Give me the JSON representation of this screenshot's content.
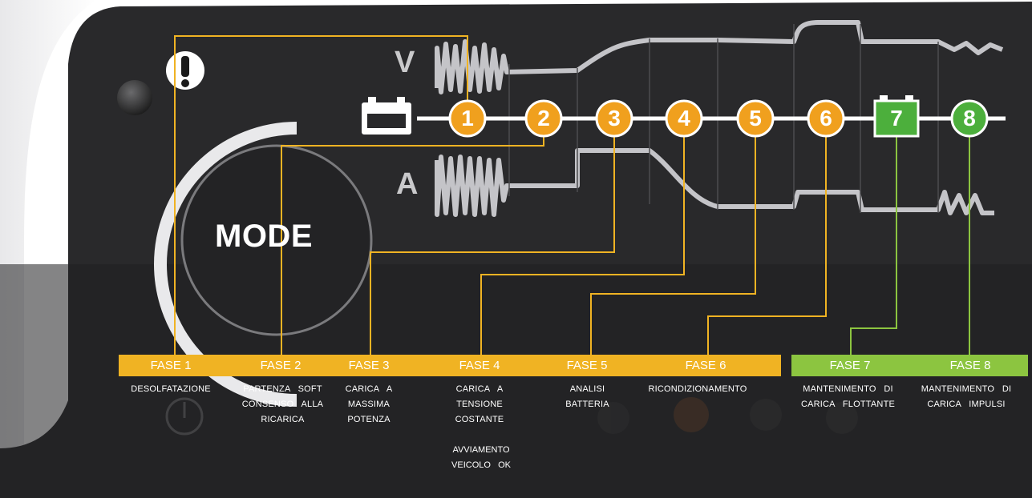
{
  "axes": {
    "voltage_label": "V",
    "current_label": "A"
  },
  "mode_button": {
    "label": "MODE"
  },
  "stages": [
    {
      "number": "1",
      "color": "#f0a01e"
    },
    {
      "number": "2",
      "color": "#f0a01e"
    },
    {
      "number": "3",
      "color": "#f0a01e"
    },
    {
      "number": "4",
      "color": "#f0a01e"
    },
    {
      "number": "5",
      "color": "#f0a01e"
    },
    {
      "number": "6",
      "color": "#f0a01e"
    },
    {
      "number": "7",
      "color": "#4caf3c"
    },
    {
      "number": "8",
      "color": "#4caf3c"
    }
  ],
  "phases": [
    {
      "label": "FASE 1",
      "lines": [
        "DESOLFATAZIONE"
      ]
    },
    {
      "label": "FASE 2",
      "lines": [
        "PARTENZA   SOFT",
        "CONSENSO   ALLA",
        "RICARICA"
      ]
    },
    {
      "label": "FASE 3",
      "lines": [
        "CARICA   A",
        "MASSIMA",
        "POTENZA"
      ]
    },
    {
      "label": "FASE 4",
      "lines": [
        "CARICA   A",
        "TENSIONE",
        "COSTANTE"
      ]
    },
    {
      "label": "FASE 5",
      "lines": [
        "ANALISI",
        "BATTERIA"
      ]
    },
    {
      "label": "FASE 6",
      "lines": [
        "RICONDIZIONAMENTO"
      ]
    },
    {
      "label": "FASE 7",
      "lines": [
        "MANTENIMENTO   DI",
        "CARICA   FLOTTANTE"
      ]
    },
    {
      "label": "FASE 8",
      "lines": [
        "MANTENIMENTO   DI",
        "CARICA   IMPULSI"
      ]
    }
  ],
  "phase4_extra": [
    "AVVIAMENTO",
    "VEICOLO   OK"
  ],
  "colors": {
    "orange": "#f0b323",
    "green": "#8cc540",
    "panel": "#262628",
    "panel_lower": "#1c1c1e",
    "curve": "#c4c4c8"
  },
  "icons": {
    "warning": "exclamation-icon",
    "battery": "battery-icon",
    "power": "power-icon"
  }
}
